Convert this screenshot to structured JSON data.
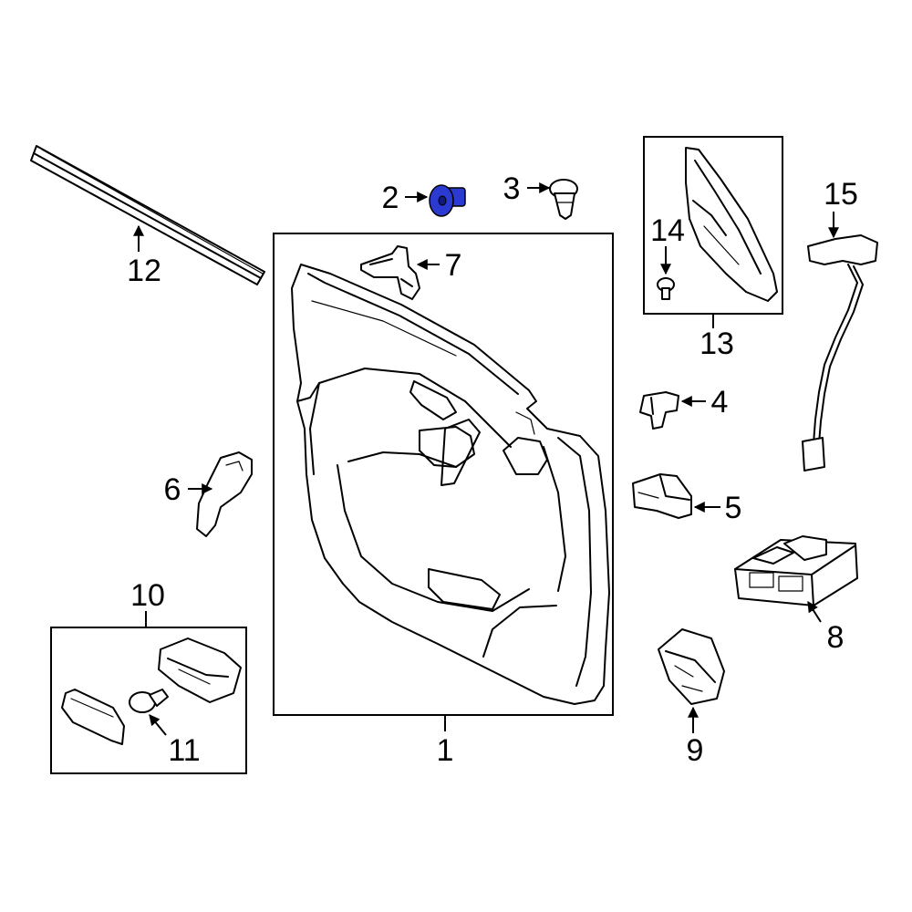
{
  "diagram": {
    "highlight_color": "#2b3bd1",
    "highlighted_part": "2",
    "callouts": {
      "c1": "1",
      "c2": "2",
      "c3": "3",
      "c4": "4",
      "c5": "5",
      "c6": "6",
      "c7": "7",
      "c8": "8",
      "c9": "9",
      "c10": "10",
      "c11": "11",
      "c12": "12",
      "c13": "13",
      "c14": "14",
      "c15": "15"
    }
  }
}
